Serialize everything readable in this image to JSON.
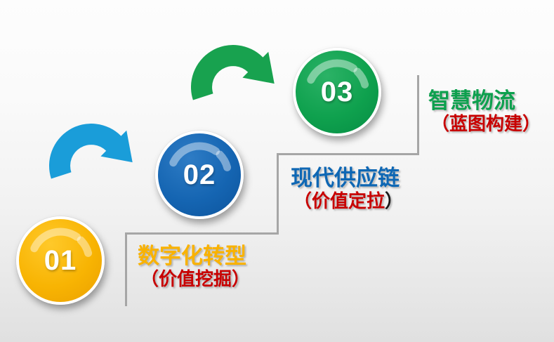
{
  "steps": [
    {
      "number": "01",
      "title": "数字化转型",
      "subtitle": "（价值挖掘）",
      "circle_color": "#F7B100",
      "title_color": "#F9B200",
      "subtitle_color": "#C80000"
    },
    {
      "number": "02",
      "title": "现代供应链",
      "subtitle": "（价值定拉",
      "subtitle_close": "）",
      "circle_color": "#1565B2",
      "title_color": "#0E67B4",
      "subtitle_color": "#C80000",
      "subtitle_close_color": "#1A1A1A"
    },
    {
      "number": "03",
      "title": "智慧物流",
      "subtitle": "（蓝图构建）",
      "circle_color": "#0FA14E",
      "title_color": "#0DA04E",
      "subtitle_color": "#C80000"
    }
  ],
  "arrows": [
    {
      "name": "curved-arrow-step1-to-step2",
      "color": "#1A9DD9"
    },
    {
      "name": "curved-arrow-step2-to-step3",
      "color": "#18A24F"
    }
  ],
  "staircase": {
    "line_color": "#A6A6A6"
  },
  "background": {
    "top": "#FDFDFD",
    "bottom": "#E0E0E0"
  }
}
